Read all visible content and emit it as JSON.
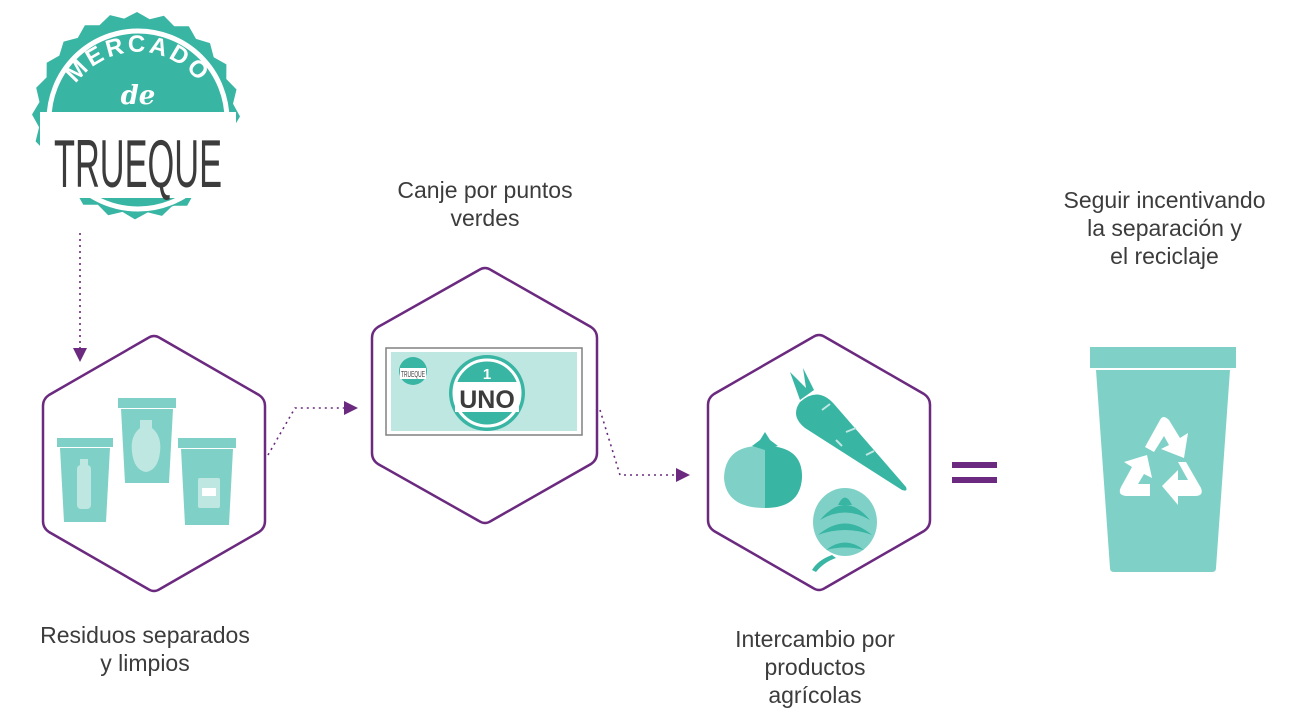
{
  "logo": {
    "word_top": "MERCADO",
    "word_middle": "de",
    "word_main": "TRUEQUE"
  },
  "steps": [
    {
      "label_lines": [
        "Residuos separados",
        "y limpios"
      ],
      "icon": "containers-icon"
    },
    {
      "label_lines": [
        "Canje por puntos",
        "verdes"
      ],
      "icon": "banknote-icon"
    },
    {
      "label_lines": [
        "Intercambio por",
        "productos",
        "agrícolas"
      ],
      "icon": "vegetables-icon"
    }
  ],
  "result": {
    "label_lines": [
      "Seguir incentivando",
      "la separación y",
      "el reciclaje"
    ],
    "icon": "recycle-bin-icon"
  },
  "banknote": {
    "number": "1",
    "word": "UNO",
    "mini_logo": "TRUEQUE"
  },
  "colors": {
    "teal": "#39b5a4",
    "teal_light": "#7fd1c7",
    "teal_pale": "#bfe7e2",
    "purple": "#6b2a7f",
    "text": "#3c3c3c"
  }
}
